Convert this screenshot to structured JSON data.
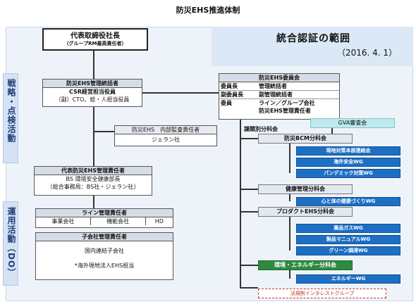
{
  "title": "防災EHS推進体制",
  "scope": {
    "title": "統合認証の範囲",
    "date": "（2016. 4. 1）"
  },
  "sidebar": {
    "strategy": "戦略・点検活動",
    "operation": "運用活動（DO）"
  },
  "ceo": {
    "title": "代表取締役社長",
    "subtitle": "（グループRM最高責任者）"
  },
  "general_manager": {
    "title": "防災EHS管理統括者",
    "line1": "CSR経営担当役員",
    "line2": "（副）CTO、総・人担当役員"
  },
  "audit": {
    "title": "防災EHS　内部監査責任者",
    "value": "ジェラン社"
  },
  "rep_manager": {
    "title": "代表防災EHS管理責任者",
    "line1": "BS 環境安全健康部長",
    "line2": "〔総合事務局：BS社・ジェラン社〕"
  },
  "line_manager": {
    "title": "ライン管理責任者",
    "items": [
      "事業会社",
      "機能会社",
      "HD"
    ]
  },
  "subsidiary": {
    "title": "子会社管理責任者",
    "line1": "国内連結子会社",
    "line2": "*海外現地法人EHS担当"
  },
  "committee": {
    "title": "防災EHS委員会",
    "rows": [
      {
        "role": "委員長",
        "value": "管理統括者"
      },
      {
        "role": "副委員長",
        "value": "副管理統括者"
      },
      {
        "role": "委員",
        "value": "ライン／グループ会社\n防災EHS管理責任者"
      }
    ]
  },
  "gva": "GVA審査会",
  "subcommittee_label": "課題別分科会",
  "bcm": {
    "title": "防災BCM分科会",
    "items": [
      "現地対策本部連絡会",
      "海外安全WG",
      "パンデミック対策WG"
    ]
  },
  "health": {
    "title": "健康管理分科会",
    "items": [
      "心と体の健康づくりWG"
    ]
  },
  "product": {
    "title": "プロダクトEHS分科会",
    "items": [
      "薬品ガスWG",
      "製品マニュアルWG",
      "グリーン調達WG"
    ]
  },
  "energy": {
    "title": "環境・エネルギー分科会",
    "items": [
      "エネルギーWG"
    ]
  },
  "legal": "法規制インタレストグループ"
}
